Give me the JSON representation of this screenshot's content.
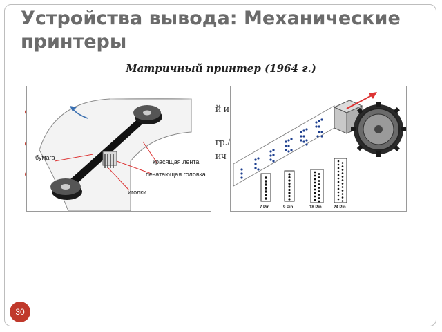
{
  "slide": {
    "title": "Устройства вывода: Механические принтеры",
    "subtitle": "Матричный принтер (1964 г.)",
    "page_number": "30",
    "accent_color": "#c0392b",
    "title_color": "#6b6b6b"
  },
  "background_text": {
    "line1": "й и",
    "line2": "гр./",
    "line3": "ич"
  },
  "figure_left": {
    "labels": {
      "paper": "бумага",
      "ribbon": "красящая лента",
      "head": "печатающая головка",
      "needles": "иголки"
    }
  },
  "figure_right": {
    "pin_labels": [
      "7 Pin",
      "9 Pin",
      "18 Pin",
      "24 Pin"
    ]
  }
}
